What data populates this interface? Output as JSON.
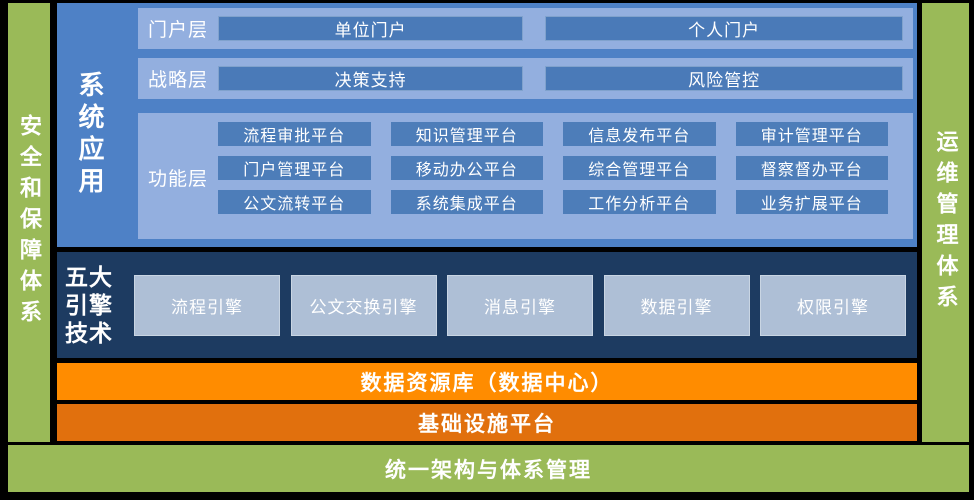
{
  "side_bars": {
    "left": "安全和保障体系",
    "right": "运维管理体系"
  },
  "system_app": {
    "title": "系统应用",
    "portal_row": {
      "label": "门户层",
      "boxes": [
        "单位门户",
        "个人门户"
      ]
    },
    "strategy_row": {
      "label": "战略层",
      "boxes": [
        "决策支持",
        "风险管控"
      ]
    },
    "function_row": {
      "label": "功能层",
      "grid": [
        [
          "流程审批平台",
          "知识管理平台",
          "信息发布平台",
          "审计管理平台"
        ],
        [
          "门户管理平台",
          "移动办公平台",
          "综合管理平台",
          "督察督办平台"
        ],
        [
          "公文流转平台",
          "系统集成平台",
          "工作分析平台",
          "业务扩展平台"
        ]
      ]
    }
  },
  "engines": {
    "label_lines": [
      "五大",
      "引擎",
      "技术"
    ],
    "items": [
      "流程引擎",
      "公文交换引擎",
      "消息引擎",
      "数据引擎",
      "权限引擎"
    ]
  },
  "bars": {
    "data_center": "数据资源库（数据中心）",
    "infrastructure": "基础设施平台",
    "governance": "统一架构与体系管理"
  },
  "colors": {
    "green": "#9aba58",
    "panel_blue": "#4e81c6",
    "row_light_blue": "#93afdf",
    "layer_box_blue": "#4a7ab8",
    "func_box_blue": "#4d7db9",
    "engine_panel_navy": "#1d3b61",
    "engine_box_gray_blue": "#aebfd6",
    "data_bar_orange": "#ff8c00",
    "infra_bar_orange": "#e1700d",
    "background_black": "#000000",
    "text_white": "#ffffff"
  }
}
